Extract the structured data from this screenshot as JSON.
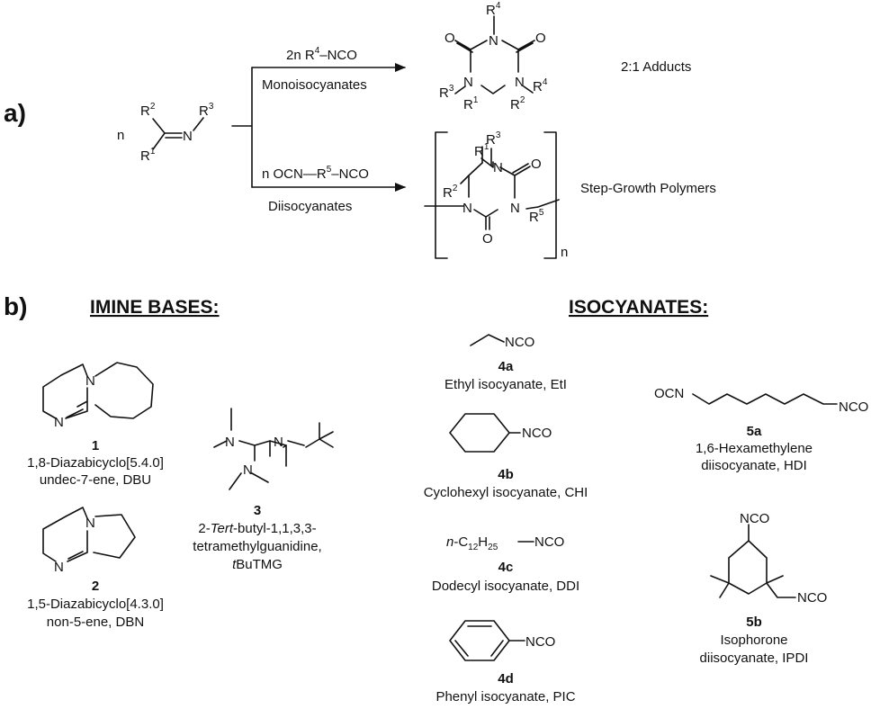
{
  "panel_a": {
    "label": "a)",
    "reactant": {
      "coefficient": "n",
      "r2": "R",
      "r2_sup": "2",
      "r1": "R",
      "r1_sup": "1",
      "n_atom": "N",
      "r3": "R",
      "r3_sup": "3"
    },
    "upper_route": {
      "reagent_prefix": "2n R",
      "reagent_sup": "4",
      "reagent_suffix": "–NCO",
      "condition": "Monoisocyanates",
      "product_label": "2:1 Adducts"
    },
    "lower_route": {
      "reagent_prefix": "n OCN—R",
      "reagent_sup": "5",
      "reagent_suffix": "–NCO",
      "condition": "Diisocyanates",
      "product_label": "Step-Growth Polymers",
      "repeat_n": "n"
    },
    "ring_atoms": {
      "N": "N",
      "O": "O",
      "R": "R",
      "sup1": "1",
      "sup2": "2",
      "sup3": "3",
      "sup4": "4",
      "sup5": "5"
    }
  },
  "panel_b": {
    "label": "b)",
    "imine_header": "IMINE BASES:",
    "isocyanate_header": "ISOCYANATES:",
    "imine_bases": [
      {
        "number": "1",
        "name_line1": "1,8-Diazabicyclo[5.4.0]",
        "name_line2": "undec-7-ene, DBU",
        "atom_n": "N"
      },
      {
        "number": "2",
        "name_line1": "1,5-Diazabicyclo[4.3.0]",
        "name_line2": "non-5-ene, DBN",
        "atom_n": "N"
      },
      {
        "number": "3",
        "name_line1_prefix": "2-",
        "name_line1_italic": "Tert",
        "name_line1_suffix": "-butyl-1,1,3,3-",
        "name_line2": "tetramethylguanidine,",
        "name_line3_italic": "t",
        "name_line3": "BuTMG",
        "atom_n": "N"
      }
    ],
    "isocyanates": [
      {
        "number": "4a",
        "name": "Ethyl isocyanate, EtI",
        "group": "NCO"
      },
      {
        "number": "4b",
        "name": "Cyclohexyl isocyanate, CHI",
        "group": "NCO"
      },
      {
        "number": "4c",
        "name": "Dodecyl isocyanate, DDI",
        "formula_italic": "n",
        "formula_a": "-C",
        "formula_sub1": "12",
        "formula_b": "H",
        "formula_sub2": "25",
        "group": "NCO"
      },
      {
        "number": "4d",
        "name": "Phenyl isocyanate, PIC",
        "group": "NCO"
      }
    ],
    "diisocyanates": [
      {
        "number": "5a",
        "name_line1": "1,6-Hexamethylene",
        "name_line2": "diisocyanate, HDI",
        "left_group": "OCN",
        "right_group": "NCO"
      },
      {
        "number": "5b",
        "name_line1": "Isophorone",
        "name_line2": "diisocyanate, IPDI",
        "group": "NCO"
      }
    ]
  }
}
